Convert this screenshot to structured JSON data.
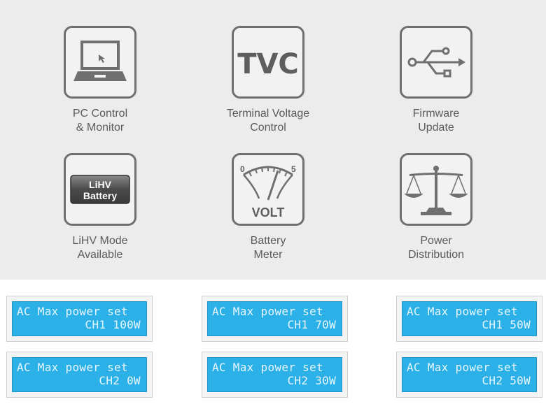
{
  "features": [
    {
      "label": "PC Control\n & Monitor",
      "icon": "laptop-icon"
    },
    {
      "label": "Terminal Voltage\nControl",
      "icon": "tvc-icon",
      "icon_text": "TVC"
    },
    {
      "label": "Firmware\nUpdate",
      "icon": "usb-icon"
    },
    {
      "label": "LiHV Mode\nAvailable",
      "icon": "lihv-battery-icon",
      "icon_text_1": "LiHV",
      "icon_text_2": "Battery"
    },
    {
      "label": "Battery\nMeter",
      "icon": "volt-meter-icon",
      "icon_text": "VOLT",
      "scale_min": "0",
      "scale_max": "5"
    },
    {
      "label": "Power\nDistribution",
      "icon": "balance-scale-icon"
    }
  ],
  "lcd_panels": [
    {
      "line1": "AC Max power set",
      "line2": "CH1 100W"
    },
    {
      "line1": "AC Max power set",
      "line2": "CH1 70W"
    },
    {
      "line1": "AC Max power set",
      "line2": "CH1 50W"
    },
    {
      "line1": "AC Max power set",
      "line2": "CH2 0W"
    },
    {
      "line1": "AC Max power set",
      "line2": "CH2 30W"
    },
    {
      "line1": "AC Max power set",
      "line2": "CH2 50W"
    }
  ],
  "colors": {
    "panel_bg": "#ececec",
    "icon_stroke": "#6f6f6f",
    "label_text": "#5b5b5b",
    "lcd_blue": "#2bb0e8",
    "lcd_text": "#e7f6ff"
  }
}
